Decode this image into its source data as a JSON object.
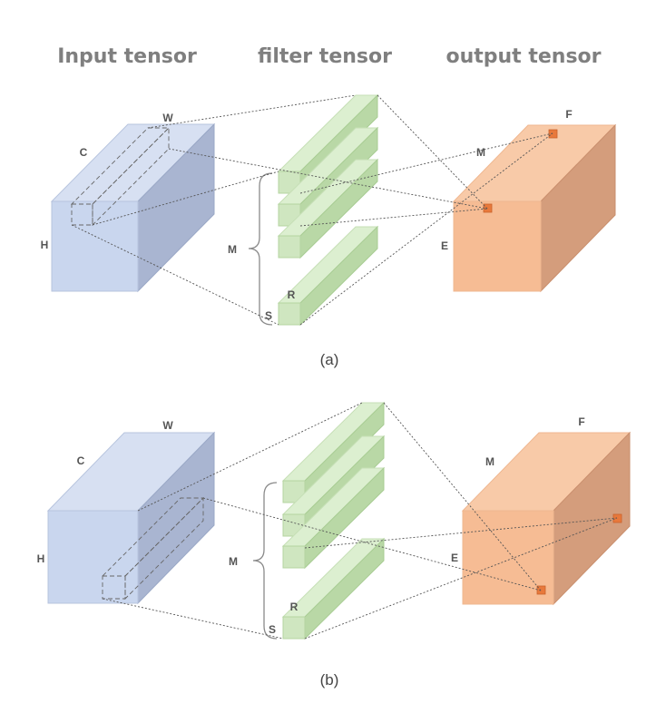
{
  "headers": {
    "input": "Input tensor",
    "filter": "filter tensor",
    "output": "output tensor"
  },
  "labels": {
    "W": "W",
    "C": "C",
    "H": "H",
    "M": "M",
    "R": "R",
    "S": "S",
    "F": "F",
    "E": "E"
  },
  "captions": {
    "a": "(a)",
    "b": "(b)"
  },
  "colors": {
    "input_front": "#c9d6ee",
    "input_top": "#d7e0f2",
    "input_side": "#a9b5d1",
    "filter_front": "#cfe6c0",
    "filter_top": "#dcefd0",
    "filter_side": "#b9d8a6",
    "output_front": "#f6bc94",
    "output_top": "#f8caa8",
    "output_side": "#d49d7c",
    "marker": "#e8793c"
  }
}
